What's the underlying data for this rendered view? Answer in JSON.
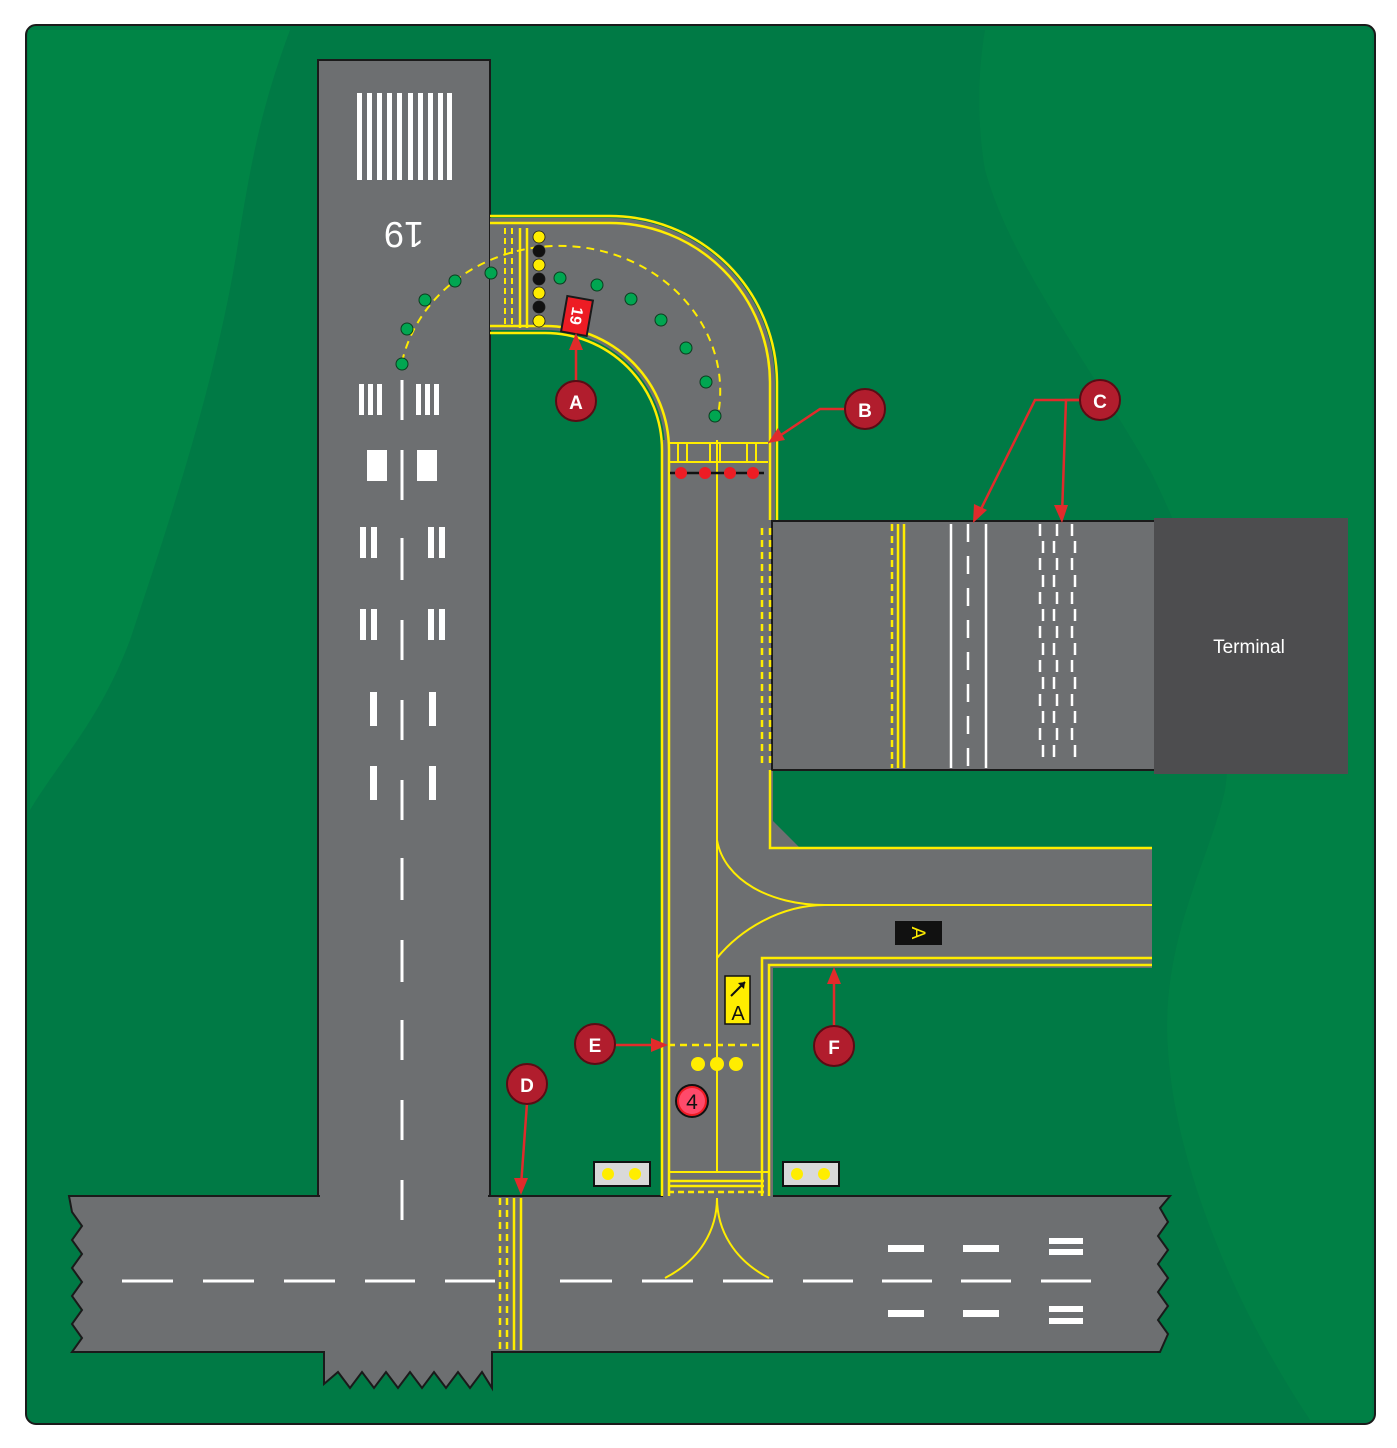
{
  "colors": {
    "grass": "#007a45",
    "grass_light": "#008546",
    "pavement": "#6d6f71",
    "terminal": "#4d4d4f",
    "marking_yellow": "#ffed00",
    "marking_white": "#ffffff",
    "callout_red": "#c8202f",
    "arrow_red": "#e02b2b",
    "edge_light_green": "#00a651",
    "stop_bar_red": "#ed1c24"
  },
  "runway": {
    "designation": "19",
    "sign_label": "19"
  },
  "terminal": {
    "label": "Terminal"
  },
  "taxiway": {
    "location_sign": "A",
    "direction_sign": "A",
    "geographic_position": "4"
  },
  "callouts": [
    {
      "id": "A",
      "label": "A"
    },
    {
      "id": "B",
      "label": "B"
    },
    {
      "id": "C",
      "label": "C"
    },
    {
      "id": "D",
      "label": "D"
    },
    {
      "id": "E",
      "label": "E"
    },
    {
      "id": "F",
      "label": "F"
    }
  ]
}
